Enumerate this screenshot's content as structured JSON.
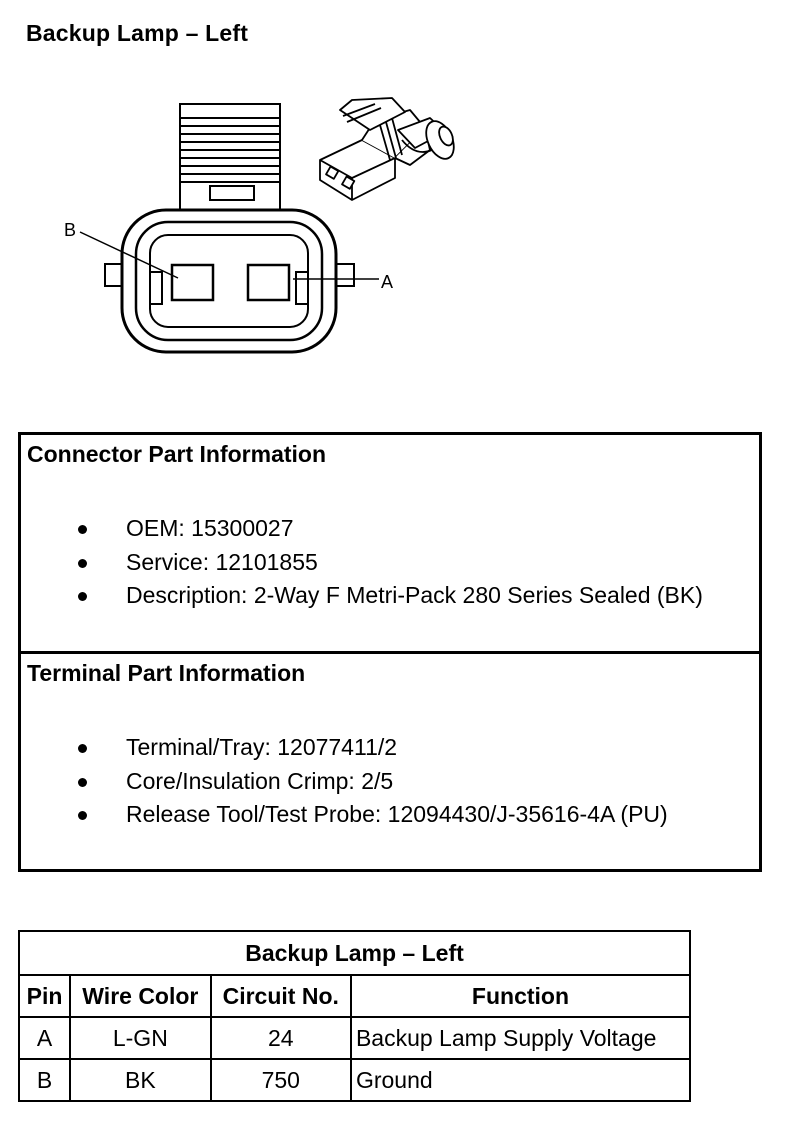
{
  "title": "Backup Lamp – Left",
  "diagram": {
    "pin_labels": {
      "b": "B",
      "a": "A"
    }
  },
  "connector_info": {
    "heading": "Connector Part Information",
    "items": [
      "OEM: 15300027",
      "Service: 12101855",
      "Description: 2-Way F Metri-Pack 280 Series Sealed (BK)"
    ]
  },
  "terminal_info": {
    "heading": "Terminal Part Information",
    "items": [
      "Terminal/Tray: 12077411/2",
      "Core/Insulation Crimp: 2/5",
      "Release Tool/Test Probe: 12094430/J-35616-4A (PU)"
    ]
  },
  "pin_table": {
    "caption": "Backup Lamp – Left",
    "headers": [
      "Pin",
      "Wire Color",
      "Circuit No.",
      "Function"
    ],
    "rows": [
      [
        "A",
        "L-GN",
        "24",
        "Backup Lamp Supply Voltage"
      ],
      [
        "B",
        "BK",
        "750",
        "Ground"
      ]
    ]
  }
}
